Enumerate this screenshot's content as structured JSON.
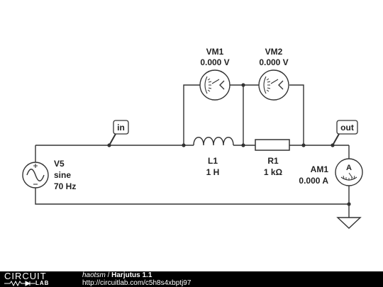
{
  "components": {
    "vm1": {
      "name": "VM1",
      "reading": "0.000 V"
    },
    "vm2": {
      "name": "VM2",
      "reading": "0.000 V"
    },
    "v5": {
      "name": "V5",
      "type": "sine",
      "freq": "70 Hz"
    },
    "l1": {
      "name": "L1",
      "value": "1 H"
    },
    "r1": {
      "name": "R1",
      "value": "1 kΩ"
    },
    "am1": {
      "name": "AM1",
      "reading": "0.000 A",
      "symbol": "A"
    }
  },
  "labels": {
    "in": "in",
    "out": "out"
  },
  "footer": {
    "brand_top": "CIRCUIT",
    "brand_bottom": "LAB",
    "author": "haotsm",
    "separator": "/",
    "title": "Harjutus 1.1",
    "url": "http://circuitlab.com/c5h8s4xbptj97"
  }
}
